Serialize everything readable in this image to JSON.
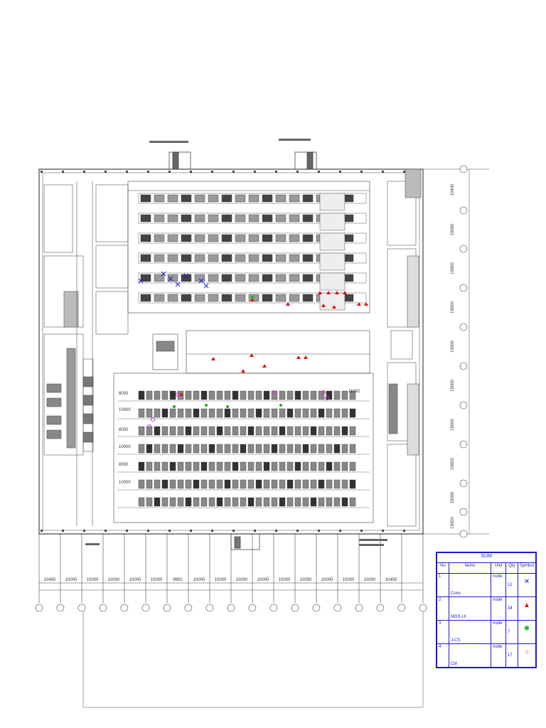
{
  "top_dims": [
    "10450",
    "10000",
    "10000",
    "10000",
    "10000",
    "10000",
    "9950",
    "10000",
    "10000",
    "10000",
    "10000",
    "10000",
    "10050",
    "10000",
    "10000",
    "10000",
    "10450"
  ],
  "right_dims": [
    "10400",
    "19000",
    "19000",
    "19000",
    "19000",
    "19000",
    "19000",
    "19000",
    "19000",
    "19000",
    "10400"
  ],
  "plan_labels": [
    "8000",
    "10000",
    "8000",
    "10000",
    "8000",
    "10000",
    "11092"
  ],
  "legend": {
    "title": "SUM",
    "headers": [
      "No",
      "Items",
      "Unit",
      "Qty",
      "Symbol"
    ],
    "rows": [
      {
        "no": "1",
        "item": "Cons",
        "unit": "node",
        "qty": "12",
        "symbol_icon": "x-cross-icon",
        "color": "#1a1ad6"
      },
      {
        "no": "2",
        "item": "MGS-UI",
        "unit": "node",
        "qty": "34",
        "symbol_icon": "triangle-icon",
        "color": "#e01010"
      },
      {
        "no": "3",
        "item": "J-CS",
        "unit": "node",
        "qty": "7",
        "symbol_icon": "asterisk-icon",
        "color": "#18b018"
      },
      {
        "no": "4",
        "item": "Ctrl",
        "unit": "node",
        "qty": "17",
        "symbol_icon": "circle-icon",
        "color": "#c040c0"
      }
    ]
  }
}
